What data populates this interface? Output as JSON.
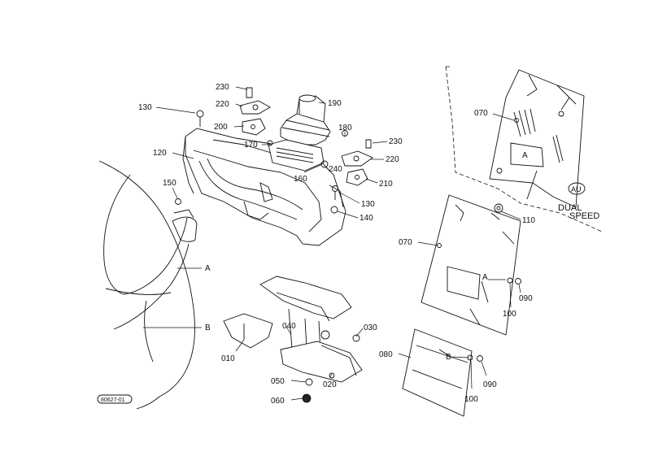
{
  "labels": {
    "p230a": "230",
    "p220a": "220",
    "p190": "190",
    "p130a": "130",
    "p200": "200",
    "p180": "180",
    "p230b": "230",
    "p170": "170",
    "p120": "120",
    "p220b": "220",
    "p240": "240",
    "p160": "160",
    "p210": "210",
    "p150": "150",
    "p130b": "130",
    "p140": "140",
    "p070a": "070",
    "p070b": "070",
    "p110": "110",
    "p100a": "100",
    "p090a": "090",
    "p040": "040",
    "p030": "030",
    "p010": "010",
    "p020": "020",
    "p080": "080",
    "p050": "050",
    "p060": "060",
    "p100b": "100",
    "p090b": "090",
    "refA1": "A",
    "refB1": "B",
    "refA2": "A",
    "refA3": "A",
    "refB2": "B",
    "au": "AU",
    "dual": "DUAL",
    "speed": "SPEED",
    "drawing_no": "80627-01"
  }
}
